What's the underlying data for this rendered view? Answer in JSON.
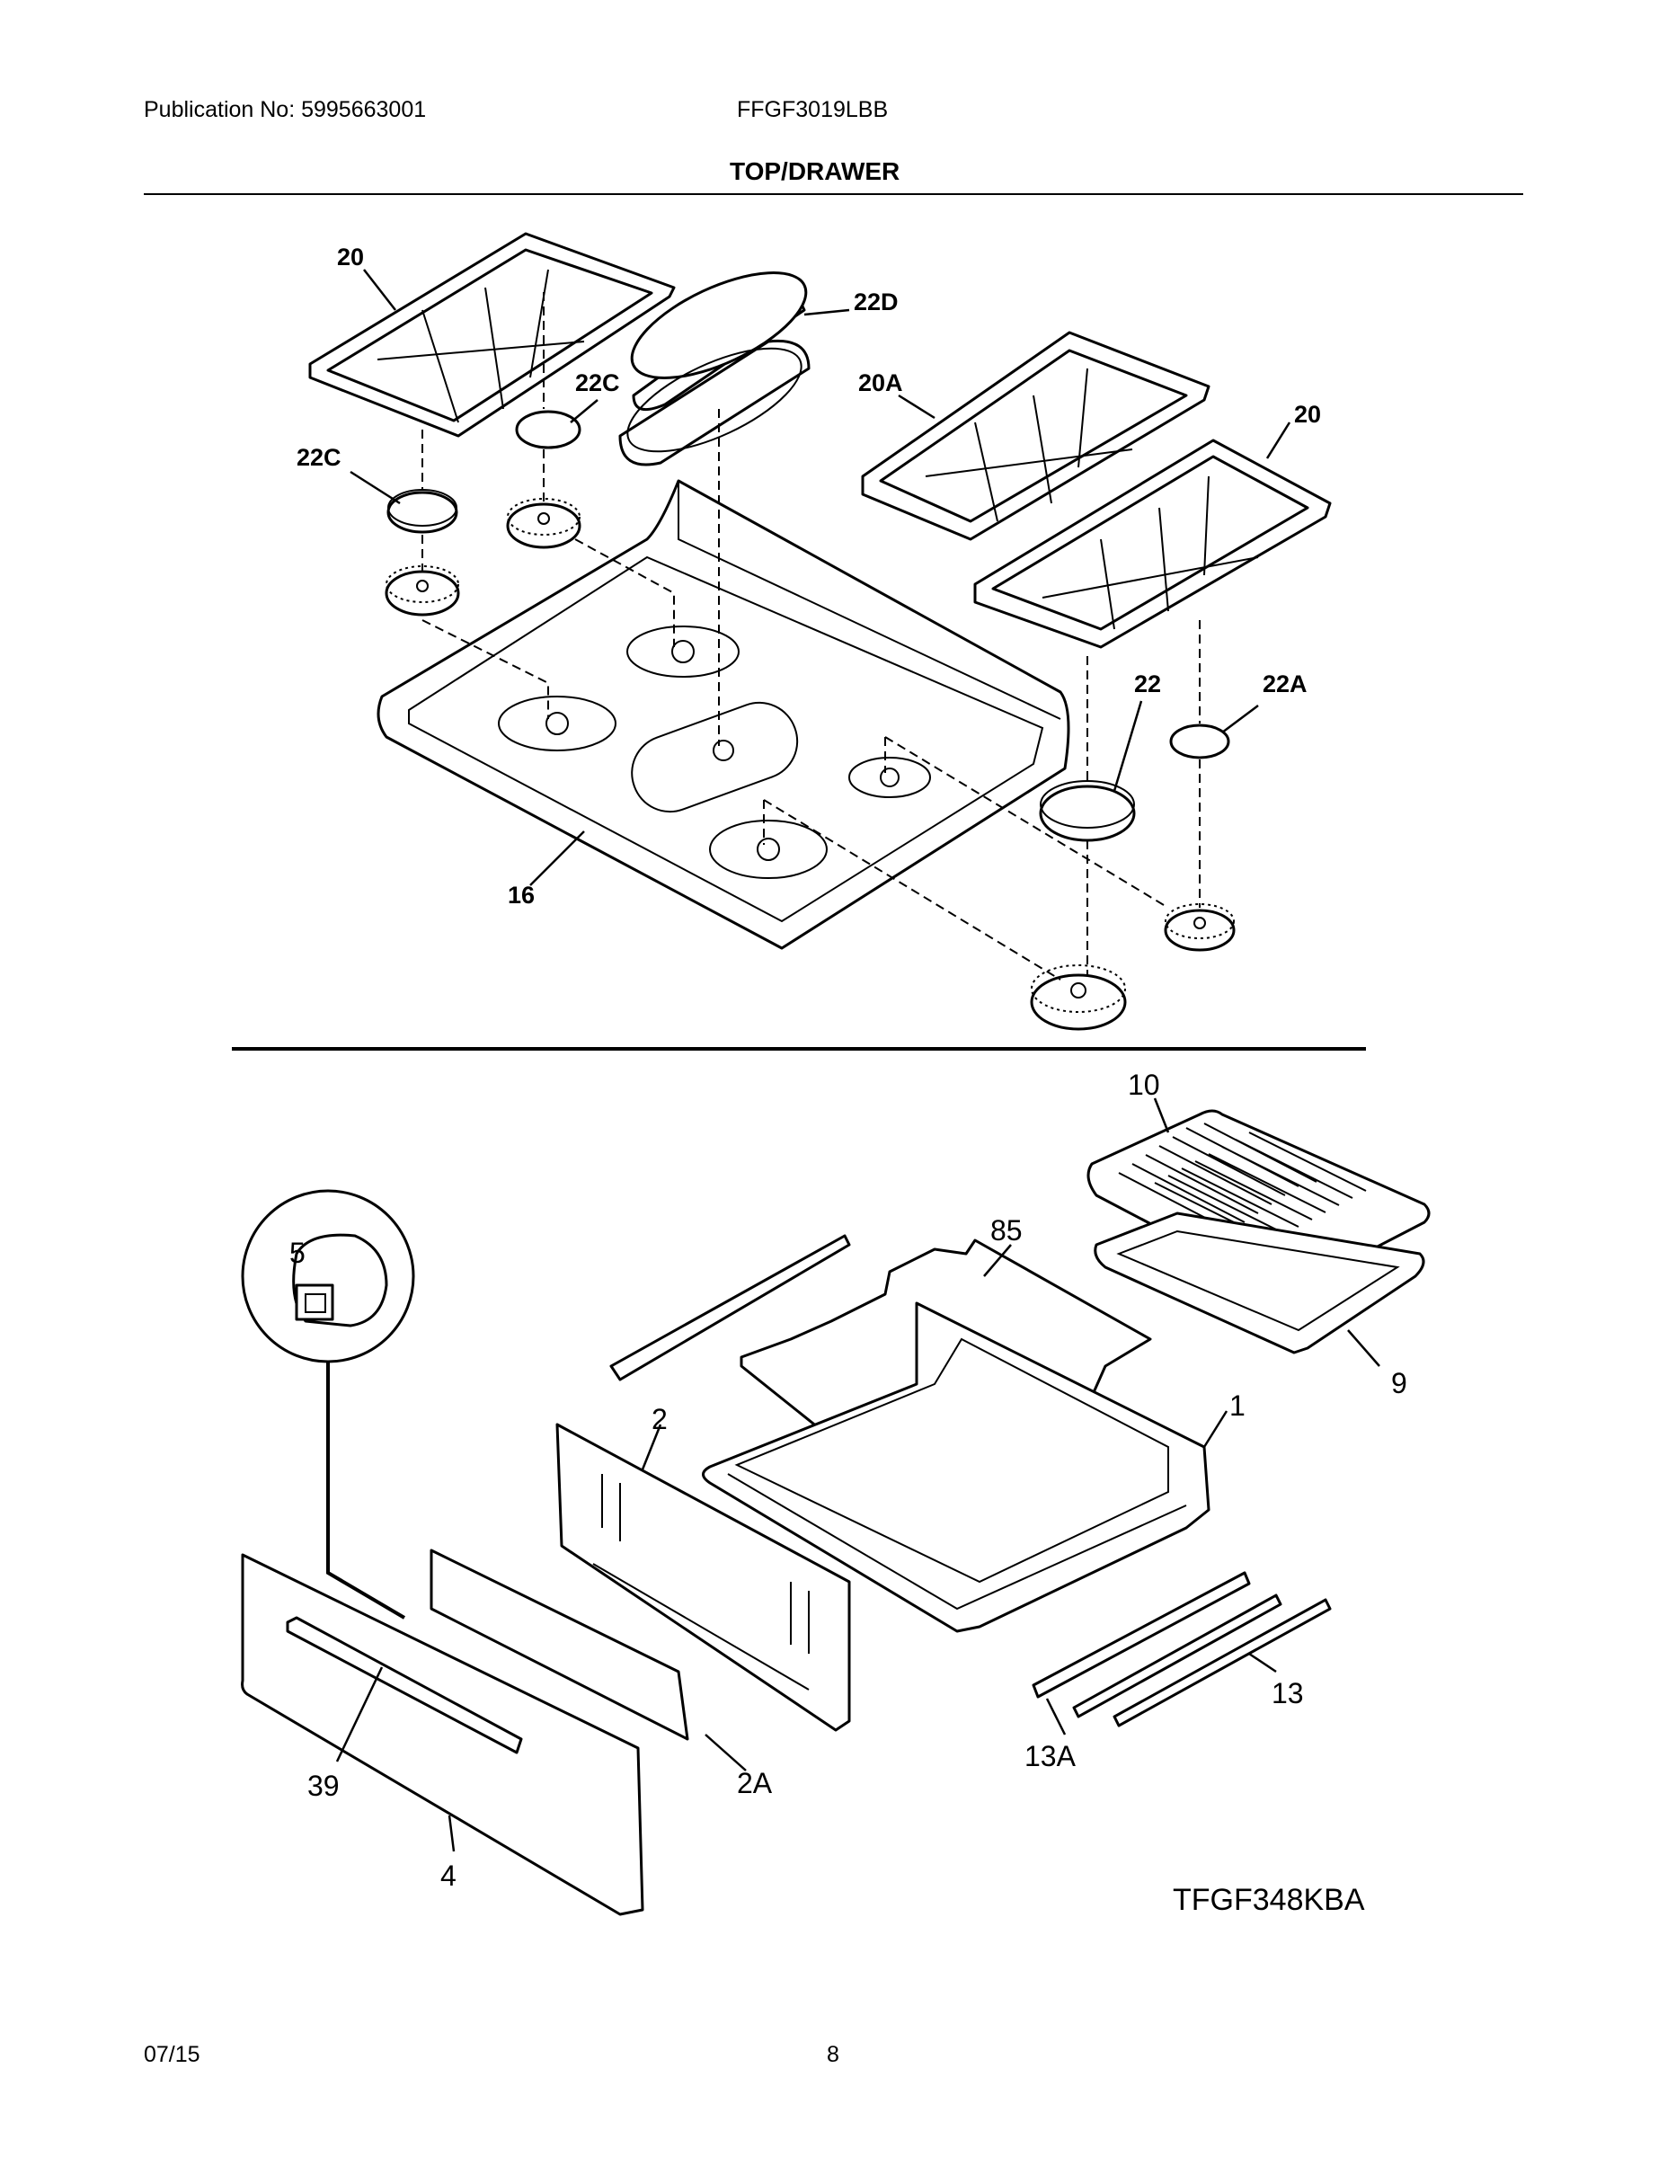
{
  "header": {
    "publication": "Publication No: 5995663001",
    "model": "FFGF3019LBB",
    "section_title": "TOP/DRAWER"
  },
  "top_section_labels": {
    "grate_left": "20",
    "grate_right": "20",
    "grate_center": "20A",
    "cap_small_left": "22C",
    "cap_small_center": "22C",
    "griddle_cover": "22D",
    "cap_large": "22",
    "cap_small_right": "22A",
    "cooktop": "16"
  },
  "drawer_section_labels": {
    "drawer_glide": "5",
    "broiler_insert": "10",
    "broiler_pan": "9",
    "rack_support": "85",
    "drawer_liner": "1",
    "drawer_back": "2",
    "drawer_side": "2A",
    "drawer_front": "4",
    "drawer_handle": "39",
    "slide_rail": "13",
    "slide_assembly": "13A"
  },
  "diagram_code": "TFGF348KBA",
  "footer": {
    "date": "07/15",
    "page": "8"
  }
}
